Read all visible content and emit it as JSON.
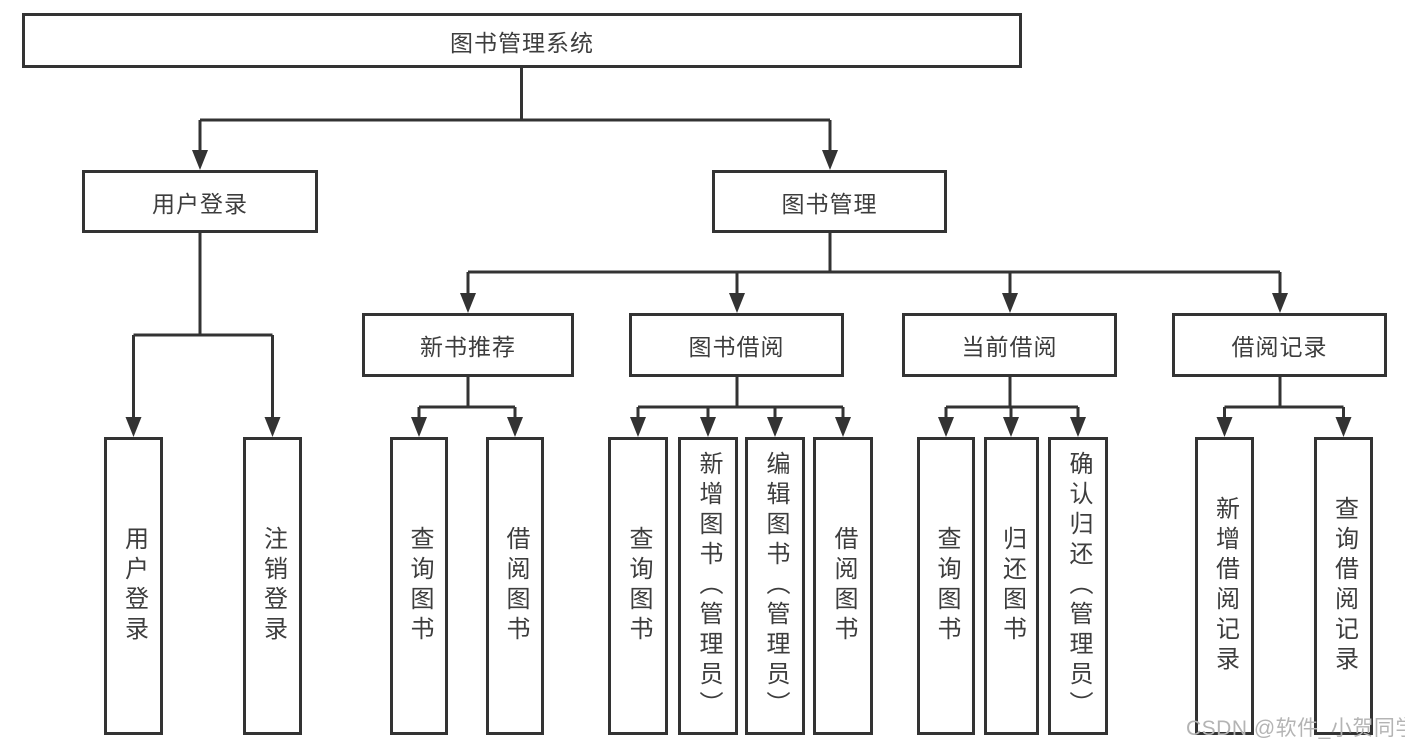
{
  "diagram_type": "functional-structure-tree",
  "nodes": {
    "root": "图书管理系统",
    "b_user": "用户登录",
    "b_book": "图书管理",
    "s_new": "新书推荐",
    "s_borrow": "图书借阅",
    "s_current": "当前借阅",
    "s_record": "借阅记录",
    "l_user_login": "用户登录",
    "l_user_logout": "注销登录",
    "l_new_query": "查询图书",
    "l_new_borrow": "借阅图书",
    "l_bor_query": "查询图书",
    "l_bor_add": "新增图书（管理员）",
    "l_bor_edit": "编辑图书（管理员）",
    "l_bor_borrow": "借阅图书",
    "l_cur_query": "查询图书",
    "l_cur_return": "归还图书",
    "l_cur_confirm": "确认归还（管理员）",
    "l_rec_add": "新增借阅记录",
    "l_rec_query": "查询借阅记录"
  },
  "watermark": "CSDN @软件_小贺同学",
  "colors": {
    "line": "#333333",
    "text": "#3d3d3d",
    "watermark": "#b4b4b4",
    "background": "#ffffff"
  }
}
